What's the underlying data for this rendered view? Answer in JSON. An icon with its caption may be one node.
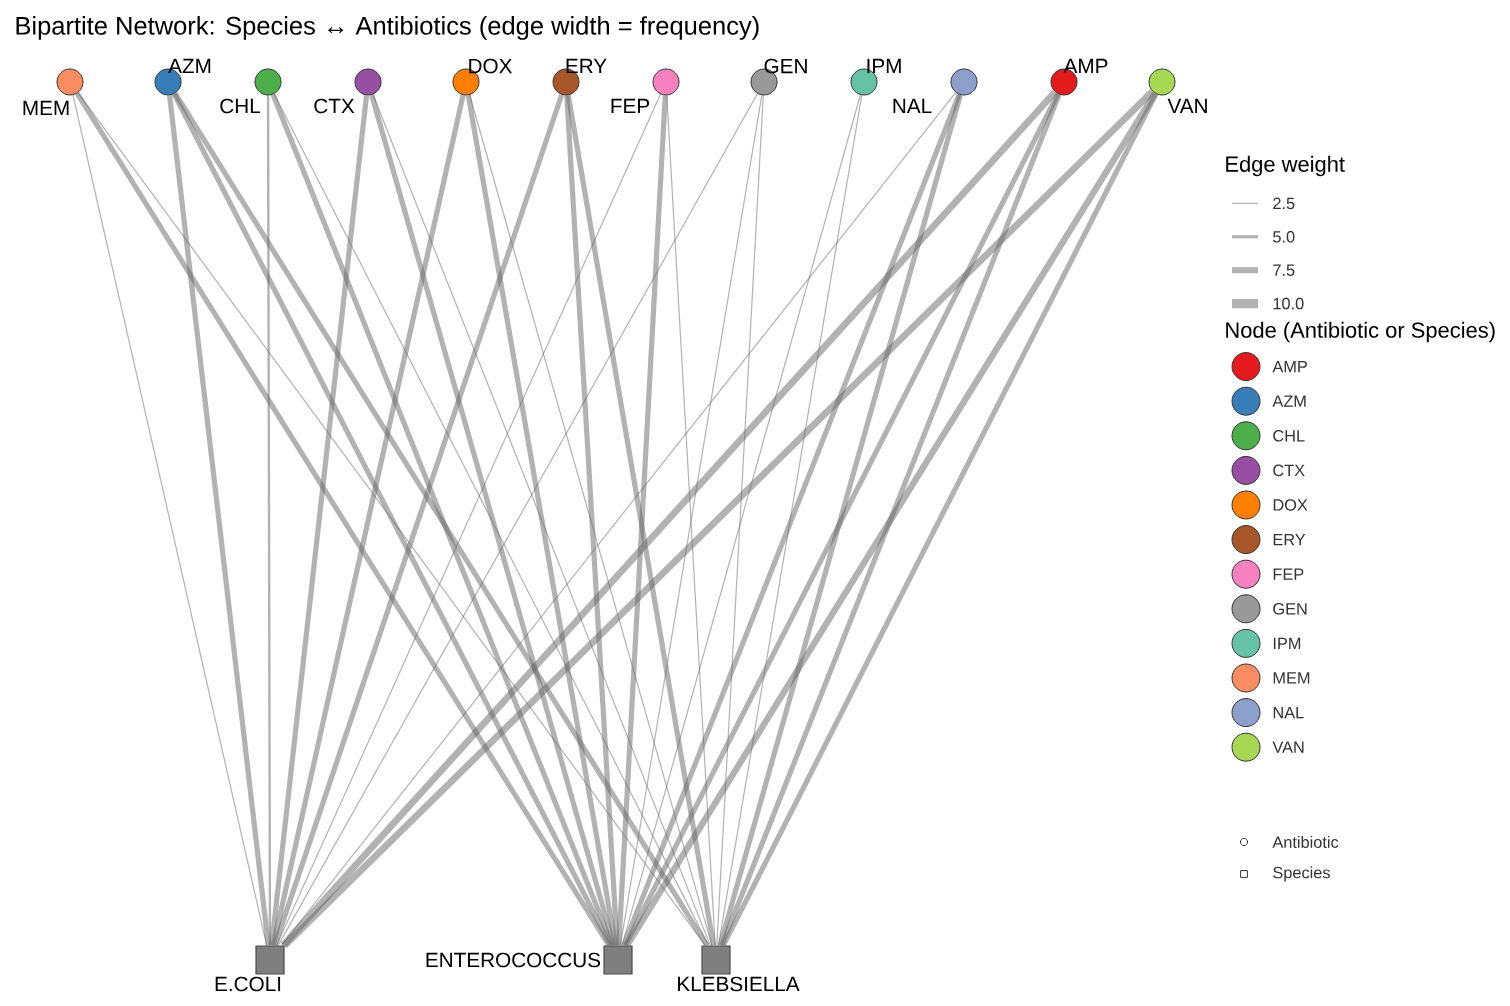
{
  "diagram": {
    "title": "Bipartite Network: Species ↔ Antibiotics (edge width = frequency)",
    "nodes": [
      {
        "text": [
          "MEM"
        ]
      },
      {
        "text": [
          "AZM"
        ]
      },
      {
        "text": [
          "CHL"
        ]
      },
      {
        "text": [
          "CTX"
        ]
      },
      {
        "text": [
          "DOX"
        ]
      },
      {
        "text": [
          "ERY"
        ]
      },
      {
        "text": [
          "FEP"
        ]
      },
      {
        "text": [
          "GEN"
        ]
      },
      {
        "text": [
          "IPM"
        ]
      },
      {
        "text": [
          "NAL"
        ]
      },
      {
        "text": [
          "AMP"
        ]
      },
      {
        "text": [
          "VAN"
        ]
      },
      {
        "text": [
          "E.COLI"
        ]
      },
      {
        "text": [
          "ENTEROCOCCUS"
        ]
      },
      {
        "text": [
          "KLEBSIELLA"
        ]
      }
    ],
    "edges": [
      {
        "from": 0,
        "to": 12,
        "arrow": "none"
      },
      {
        "from": 0,
        "to": 13,
        "arrow": "none"
      },
      {
        "from": 0,
        "to": 14,
        "arrow": "none"
      },
      {
        "from": 1,
        "to": 12,
        "arrow": "none"
      },
      {
        "from": 1,
        "to": 13,
        "arrow": "none"
      },
      {
        "from": 1,
        "to": 14,
        "arrow": "none"
      },
      {
        "from": 2,
        "to": 12,
        "arrow": "none"
      },
      {
        "from": 2,
        "to": 13,
        "arrow": "none"
      },
      {
        "from": 2,
        "to": 14,
        "arrow": "none"
      },
      {
        "from": 3,
        "to": 12,
        "arrow": "none"
      },
      {
        "from": 3,
        "to": 13,
        "arrow": "none"
      },
      {
        "from": 3,
        "to": 14,
        "arrow": "none"
      },
      {
        "from": 4,
        "to": 12,
        "arrow": "none"
      },
      {
        "from": 4,
        "to": 13,
        "arrow": "none"
      },
      {
        "from": 4,
        "to": 14,
        "arrow": "none"
      },
      {
        "from": 5,
        "to": 12,
        "arrow": "none"
      },
      {
        "from": 5,
        "to": 13,
        "arrow": "none"
      },
      {
        "from": 5,
        "to": 14,
        "arrow": "none"
      },
      {
        "from": 6,
        "to": 12,
        "arrow": "none"
      },
      {
        "from": 6,
        "to": 13,
        "arrow": "none"
      },
      {
        "from": 6,
        "to": 14,
        "arrow": "none"
      },
      {
        "from": 7,
        "to": 12,
        "arrow": "none"
      },
      {
        "from": 7,
        "to": 13,
        "arrow": "none"
      },
      {
        "from": 7,
        "to": 14,
        "arrow": "none"
      },
      {
        "from": 8,
        "to": 13,
        "arrow": "none"
      },
      {
        "from": 8,
        "to": 14,
        "arrow": "none"
      },
      {
        "from": 9,
        "to": 12,
        "arrow": "none"
      },
      {
        "from": 9,
        "to": 13,
        "arrow": "none"
      },
      {
        "from": 9,
        "to": 14,
        "arrow": "none"
      },
      {
        "from": 10,
        "to": 12,
        "arrow": "none"
      },
      {
        "from": 10,
        "to": 13,
        "arrow": "none"
      },
      {
        "from": 10,
        "to": 14,
        "arrow": "none"
      },
      {
        "from": 11,
        "to": 12,
        "arrow": "none"
      },
      {
        "from": 11,
        "to": 13,
        "arrow": "none"
      },
      {
        "from": 11,
        "to": 14,
        "arrow": "none"
      }
    ],
    "labels": [
      "Edge weight",
      "Node (Antibiotic or Species)"
    ],
    "legend": [
      {
        "text": "2.5"
      },
      {
        "text": "5.0"
      },
      {
        "text": "7.5"
      },
      {
        "text": "10.0"
      },
      {
        "text": "AMP",
        "color": "#e41a1c"
      },
      {
        "text": "AZM",
        "color": "#377eb8"
      },
      {
        "text": "CHL",
        "color": "#4daf4a"
      },
      {
        "text": "CTX",
        "color": "#984ea3"
      },
      {
        "text": "DOX",
        "color": "#ff7f00"
      },
      {
        "text": "ERY",
        "color": "#a65628"
      },
      {
        "text": "FEP",
        "color": "#f781bf"
      },
      {
        "text": "GEN",
        "color": "#999999"
      },
      {
        "text": "IPM",
        "color": "#66c2a5"
      },
      {
        "text": "MEM",
        "color": "#fc8d62"
      },
      {
        "text": "NAL",
        "color": "#8da0cb"
      },
      {
        "text": "VAN",
        "color": "#a6d854"
      },
      {
        "text": "Antibiotic"
      },
      {
        "text": "Species"
      }
    ]
  }
}
